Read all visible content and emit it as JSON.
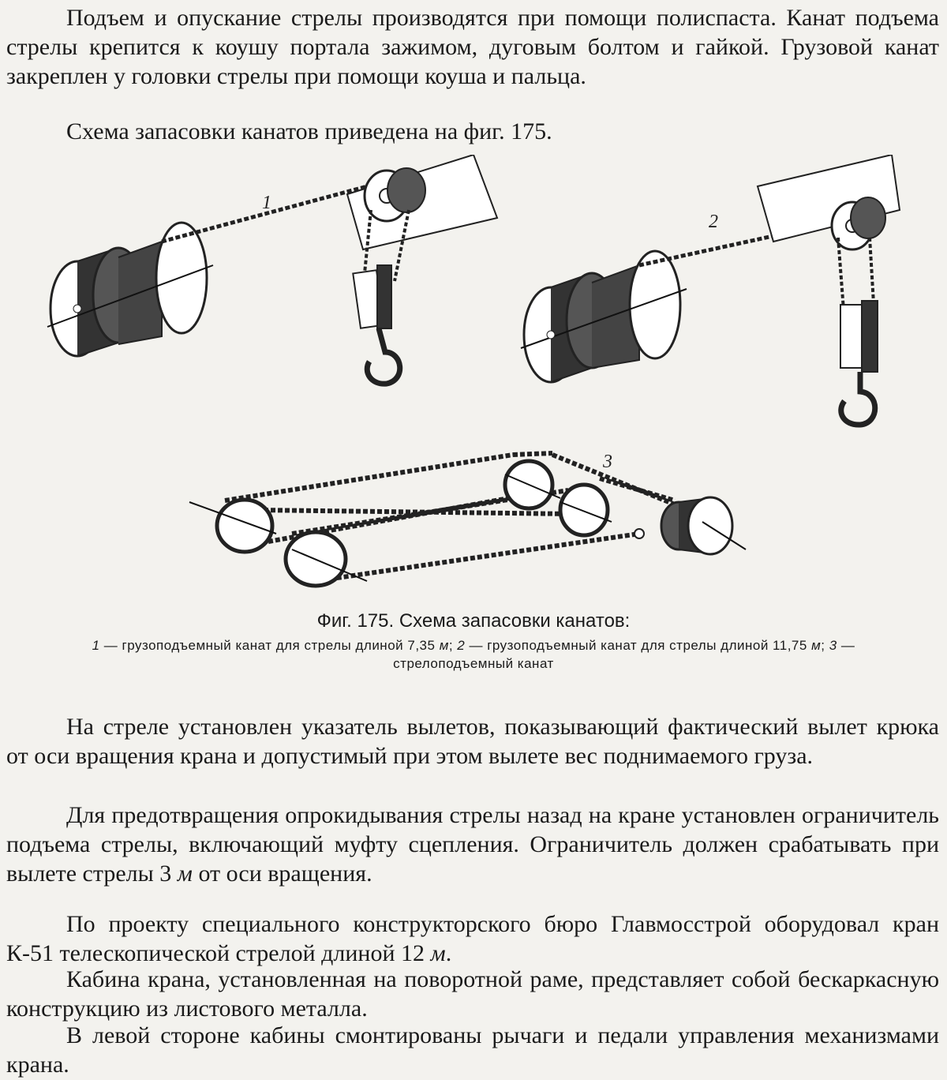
{
  "paragraphs": {
    "p1": "Подъем и опускание стрелы производятся при помощи полиспаста. Канат подъема стрелы крепится к коушу портала зажимом, дуговым болтом и гайкой. Грузовой канат закреплен у головки стрелы при помощи коуша и пальца.",
    "p2": "Схема запасовки канатов приведена на фиг. 175.",
    "p3": "На стреле установлен указатель вылетов, показывающий фактический вылет крюка от оси вращения крана и допустимый при этом вылете вес поднимаемого груза.",
    "p4_a": "Для предотвращения опрокидывания стрелы назад на кране установлен ограничитель подъема стрелы, включающий муфту сцепления. Ограничитель должен срабатывать при вылете стрелы 3 ",
    "p4_unit": "м",
    "p4_b": " от оси вращения.",
    "p5_a": "По проекту специального конструкторского бюро Главмосстрой оборудовал кран К-51 телескопической стрелой длиной 12 ",
    "p5_unit": "м",
    "p5_b": ".",
    "p6": "Кабина крана, установленная на поворотной раме, представляет собой бескаркасную конструкцию из листового металла.",
    "p7": "В левой стороне кабины смонтированы рычаги и педали управления механизмами крана."
  },
  "figure": {
    "labels": [
      "1",
      "2",
      "3"
    ],
    "caption_title": "Фиг. 175. Схема запасовки канатов:",
    "caption": {
      "n1": "1",
      "t1": " — грузоподъемный канат для стрелы длиной 7,35 ",
      "u1": "м",
      "s1": "; ",
      "n2": "2",
      "t2": " — грузоподъемный канат для стрелы длиной 11,75 ",
      "u2": "м",
      "s2": "; ",
      "n3": "3",
      "t3": " — стрелоподъемный канат"
    }
  }
}
